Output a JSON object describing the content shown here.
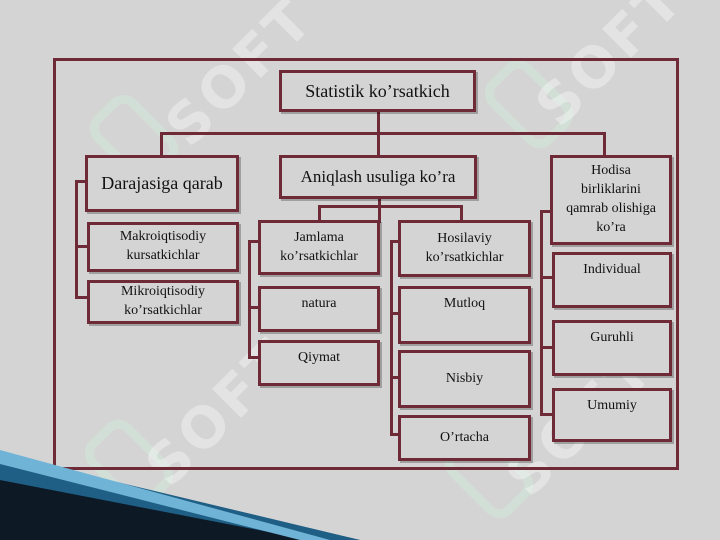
{
  "diagram": {
    "root": "Statistik ko’rsatkich",
    "categories": {
      "darajasiga": {
        "title": "Darajasiga qarab",
        "items": [
          "Makroiqtisodiy\nkursatkichlar",
          "Mikroiqtisodiy\nko’rsatkichlar"
        ]
      },
      "aniqlash": {
        "title": "Aniqlash usuliga ko’ra",
        "jamlama": {
          "title": "Jamlama\nko’rsatkichlar",
          "items": [
            "natura",
            "Qiymat"
          ]
        },
        "hosilaviy": {
          "title": "Hosilaviy\nko’rsatkichlar",
          "items": [
            "Mutloq",
            "Nisbiy",
            "O’rtacha"
          ]
        }
      },
      "hodisa": {
        "title": "Hodisa\nbirliklarini\nqamrab olishiga\nko’ra",
        "items": [
          "Individual",
          "Guruhli",
          "Umumiy"
        ]
      }
    }
  },
  "watermark": {
    "text": "SOFT"
  },
  "colors": {
    "border": "#6e2a36",
    "background": "#d4d4d4",
    "accent_blue": "#1f5f86"
  }
}
